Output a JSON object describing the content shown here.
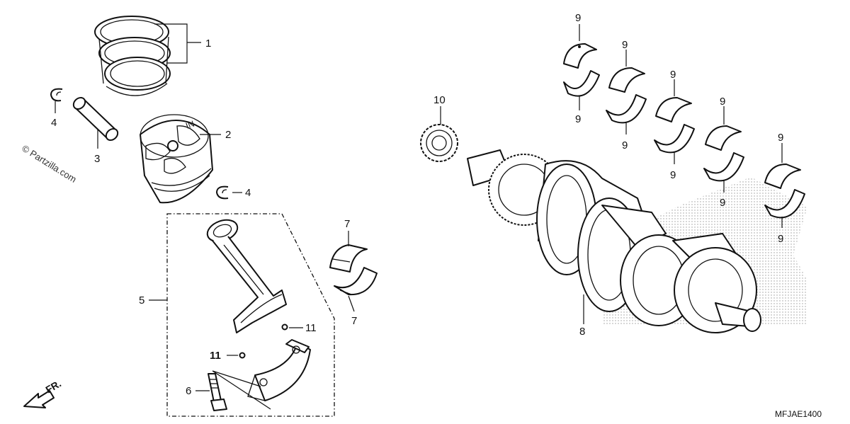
{
  "diagram": {
    "watermark": "© Partzilla.com",
    "drawing_code": "MFJAE1400",
    "direction_label": "FR.",
    "callouts": {
      "piston_rings": "1",
      "piston": "2",
      "piston_pin": "3",
      "clip_upper": "4",
      "clip_lower": "4",
      "connecting_rod": "5",
      "rod_bolt": "6",
      "rod_bearing_upper": "7",
      "rod_bearing_lower": "7",
      "crankshaft": "8",
      "main_bearing_1a": "9",
      "main_bearing_1b": "9",
      "main_bearing_2a": "9",
      "main_bearing_2b": "9",
      "main_bearing_3a": "9",
      "main_bearing_3b": "9",
      "main_bearing_4a": "9",
      "main_bearing_4b": "9",
      "main_bearing_5a": "9",
      "main_bearing_5b": "9",
      "primary_gear": "10",
      "dowel_pin_a": "11",
      "dowel_pin_b": "11"
    },
    "colors": {
      "ink": "#111111",
      "paper": "#ffffff",
      "stipple": "#9a9a9a"
    }
  }
}
